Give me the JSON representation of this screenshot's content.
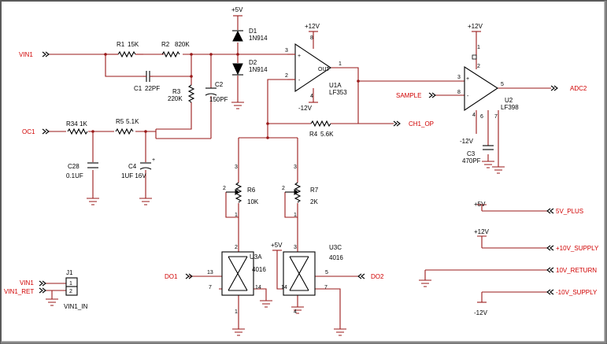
{
  "nets": {
    "vin1": "VIN1",
    "oc1": "OC1",
    "ch1_op": "CH1_OP",
    "sample": "SAMPLE",
    "adc2": "ADC2",
    "do1": "DO1",
    "do2": "DO2",
    "vin1_a": "VIN1",
    "vin1_ret": "VIN1_RET",
    "p5v_plus": "5V_PLUS",
    "p10v_supply": "+10V_SUPPLY",
    "ret10v": "10V_RETURN",
    "m10v_supply": "-10V_SUPPLY"
  },
  "power": {
    "p5v_top": "+5V",
    "p12v_u1": "+12V",
    "m12v_u1": "-12V",
    "p12v_u2": "+12V",
    "m12v_u2": "-12V",
    "p5v_u3c": "+5V",
    "p5v_list": "+5V",
    "p12v_list": "+12V",
    "m12v_list": "-12V"
  },
  "parts": {
    "r1": "R1",
    "r1_val": "15K",
    "r2": "R2",
    "r2_val": "820K",
    "c1": "C1",
    "c1_val": "22PF",
    "r3": "R3",
    "r3_val": "220K",
    "c2": "C2",
    "c2_val": "150PF",
    "d1": "D1",
    "d1_val": "1N914",
    "d2": "D2",
    "d2_val": "1N914",
    "u1a": "U1A",
    "u1a_val": "LF353",
    "u1a_out": "OUT",
    "u2": "U2",
    "u2_val": "LF398",
    "r4": "R4",
    "r4_val": "5.6K",
    "r34": "R34",
    "r34_val": "1K",
    "r5": "R5",
    "r5_val": "5.1K",
    "c28": "C28",
    "c28_val": "0.1UF",
    "c4": "C4",
    "c4_val": "1UF 16V",
    "c3": "C3",
    "c3_val": "470PF",
    "r6": "R6",
    "r6_val": "10K",
    "r7": "R7",
    "r7_val": "2K",
    "u3a": "U3A",
    "u3a_val": "4016",
    "u3c": "U3C",
    "u3c_val": "4016",
    "j1": "J1",
    "j1_val": "VIN1_IN"
  },
  "pins": {
    "u1_p8": "8",
    "u1_p3": "3",
    "u1_p2": "2",
    "u1_p1": "1",
    "u1_p4": "4",
    "u2_p3": "3",
    "u2_p8": "8",
    "u2_p5": "5",
    "u2_p1": "1",
    "u2_p2": "2",
    "u2_p4": "4",
    "u2_p6": "6",
    "u2_p7": "7",
    "r6_p3": "3",
    "r6_p2": "2",
    "r6_p1": "1",
    "r7_p3": "3",
    "r7_p2": "2",
    "r7_p1": "1",
    "u3a_p13": "13",
    "u3a_p7": "7",
    "u3a_p14": "14",
    "u3a_p2": "2",
    "u3a_p1": "1",
    "u3c_p14": "14",
    "u3c_p7": "7",
    "u3c_p5": "5",
    "u3c_p3": "3",
    "u3c_p4": "4",
    "j1_p1": "1",
    "j1_p2": "2",
    "opamp_plus": "+",
    "opamp_minus": "-"
  },
  "colors": {
    "wire": "#9a1a1a",
    "net_label": "#d00000",
    "component": "#000000",
    "frame": "#5a5a5a"
  }
}
